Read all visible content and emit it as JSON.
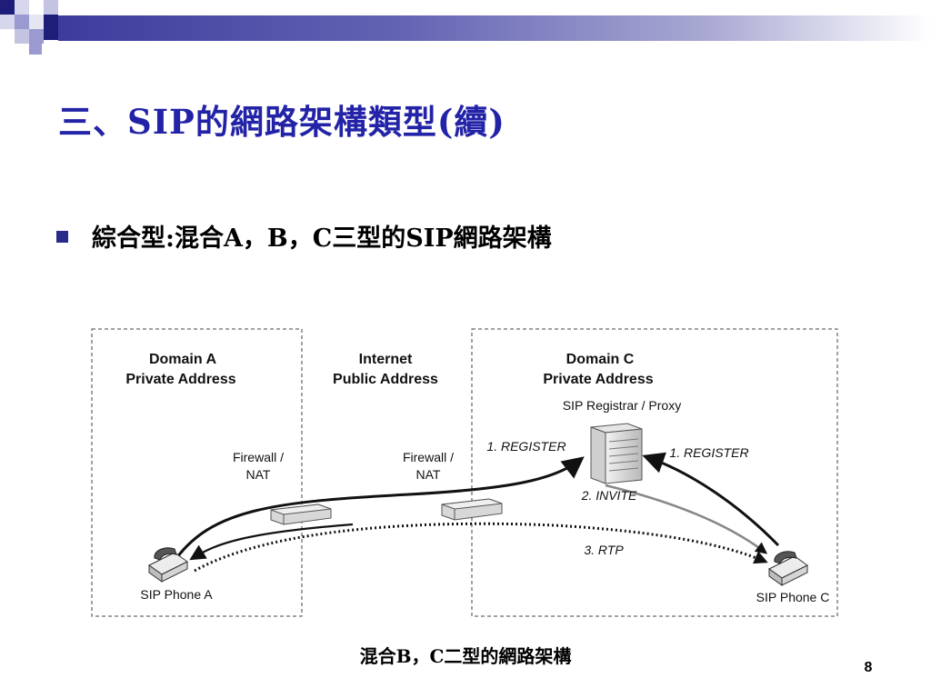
{
  "slide": {
    "title": "三、SIP的網路架構類型(續)",
    "bullet": "綜合型:混合A，B，C三型的SIP網路架構",
    "caption": "混合B，C二型的網路架構",
    "page_number": "8"
  },
  "diagram": {
    "domain_a_line1": "Domain A",
    "domain_a_line2": "Private Address",
    "internet_line1": "Internet",
    "internet_line2": "Public Address",
    "domain_c_line1": "Domain C",
    "domain_c_line2": "Private Address",
    "registrar": "SIP Registrar / Proxy",
    "firewall_a_line1": "Firewall /",
    "firewall_a_line2": "NAT",
    "firewall_c_line1": "Firewall /",
    "firewall_c_line2": "NAT",
    "register_left": "1. REGISTER",
    "register_right": "1. REGISTER",
    "invite": "2. INVITE",
    "rtp": "3. RTP",
    "phone_a": "SIP Phone A",
    "phone_c": "SIP Phone C"
  },
  "colors": {
    "title": "#2323a8",
    "accent_dark": "#1e1e7a",
    "accent_light": "#9a9ad0"
  },
  "icons": {
    "phone": "telephone-icon",
    "server": "server-icon",
    "firewall": "firewall-icon",
    "bullet": "square-bullet-icon"
  }
}
